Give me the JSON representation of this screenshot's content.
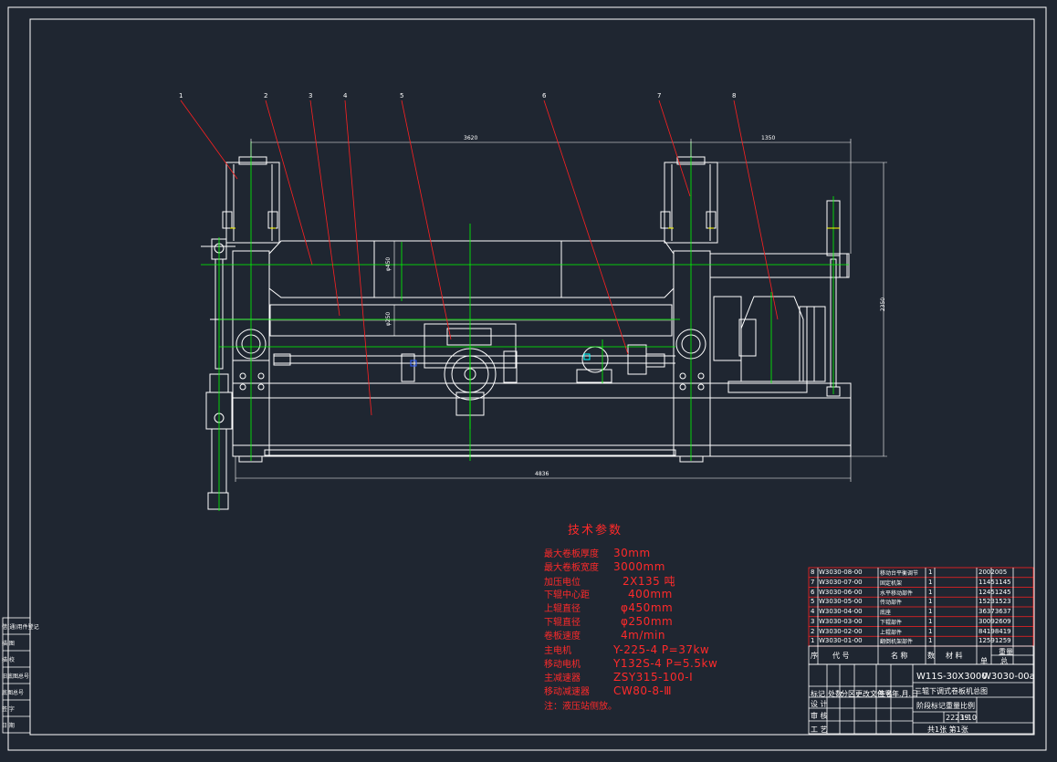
{
  "callouts": [
    "1",
    "2",
    "3",
    "4",
    "5",
    "6",
    "7",
    "8"
  ],
  "dimensions": {
    "top_main": "3620",
    "top_right": "1350",
    "bottom": "4836",
    "right": "2350",
    "upper_dia": "φ450",
    "lower_dia": "φ250"
  },
  "tech_params": {
    "title": "技术参数",
    "rows": [
      {
        "k": "最大卷板厚度",
        "v": "30mm"
      },
      {
        "k": "最大卷板宽度",
        "v": "3000mm"
      },
      {
        "k": "加压电位",
        "v": "2X135   吨"
      },
      {
        "k": "下辊中心距",
        "v": "400mm"
      },
      {
        "k": "上辊直径",
        "v": "φ450mm"
      },
      {
        "k": "下辊直径",
        "v": "φ250mm"
      },
      {
        "k": "卷板速度",
        "v": "4m/min"
      },
      {
        "k": "主电机",
        "v": "Y-225-4    P=37kw"
      },
      {
        "k": "移动电机",
        "v": "Y132S-4    P=5.5kw"
      },
      {
        "k": "主减速器",
        "v": "ZSY315-100-Ⅰ"
      },
      {
        "k": "移动减速器",
        "v": "CW80-8-Ⅲ"
      },
      {
        "k": "注：液压站侧放。",
        "v": ""
      }
    ]
  },
  "parts_list": [
    {
      "no": "8",
      "code": "W3030-08-00",
      "name": "移动台平衡调节",
      "qty": "1",
      "mat": "",
      "weight": "2002005"
    },
    {
      "no": "7",
      "code": "W3030-07-00",
      "name": "固定机架",
      "qty": "1",
      "mat": "",
      "weight": "11451145"
    },
    {
      "no": "6",
      "code": "W3030-06-00",
      "name": "水平移动部件",
      "qty": "1",
      "mat": "",
      "weight": "12451245"
    },
    {
      "no": "5",
      "code": "W3030-05-00",
      "name": "传动部件",
      "qty": "1",
      "mat": "",
      "weight": "15231523"
    },
    {
      "no": "4",
      "code": "W3030-04-00",
      "name": "底座",
      "qty": "1",
      "mat": "",
      "weight": "36373637"
    },
    {
      "no": "3",
      "code": "W3030-03-00",
      "name": "下辊部件",
      "qty": "1",
      "mat": "",
      "weight": "30092609"
    },
    {
      "no": "2",
      "code": "W3030-02-00",
      "name": "上辊部件",
      "qty": "1",
      "mat": "",
      "weight": "84198419"
    },
    {
      "no": "1",
      "code": "W3030-01-00",
      "name": "翻倒机架部件",
      "qty": "1",
      "mat": "",
      "weight": "12591259"
    }
  ],
  "parts_header": {
    "no": "序",
    "code": "代 号",
    "name": "名 称",
    "qty": "数",
    "mat": "材 料",
    "single": "单",
    "total": "总",
    "weight_label": "重量"
  },
  "title_block": {
    "model": "W11S-30X3000",
    "drawing_no": "W3030-00a",
    "name": "三辊下调式卷板机总图",
    "scale": "1:10",
    "weight": "22239",
    "sheet": "共1张 第1张",
    "labels": [
      "设 计",
      "审 核",
      "工 艺",
      "标记",
      "处数",
      "分区",
      "更改文件号",
      "签名",
      "年.月.日",
      "阶段标记",
      "重量",
      "比例"
    ]
  },
  "left_strip": [
    "借(通)用件登记",
    "描 图",
    "描 校",
    "旧底图总号",
    "底图总号",
    "签 字",
    "日 期"
  ],
  "colors": {
    "background": "#1f2631",
    "line_white": "#ffffff",
    "line_green": "#00ff00",
    "line_red": "#ff2020",
    "line_yellow": "#ffff00",
    "line_cyan": "#00ffff",
    "line_blue": "#3060ff",
    "text_red": "#ff2a2a"
  }
}
